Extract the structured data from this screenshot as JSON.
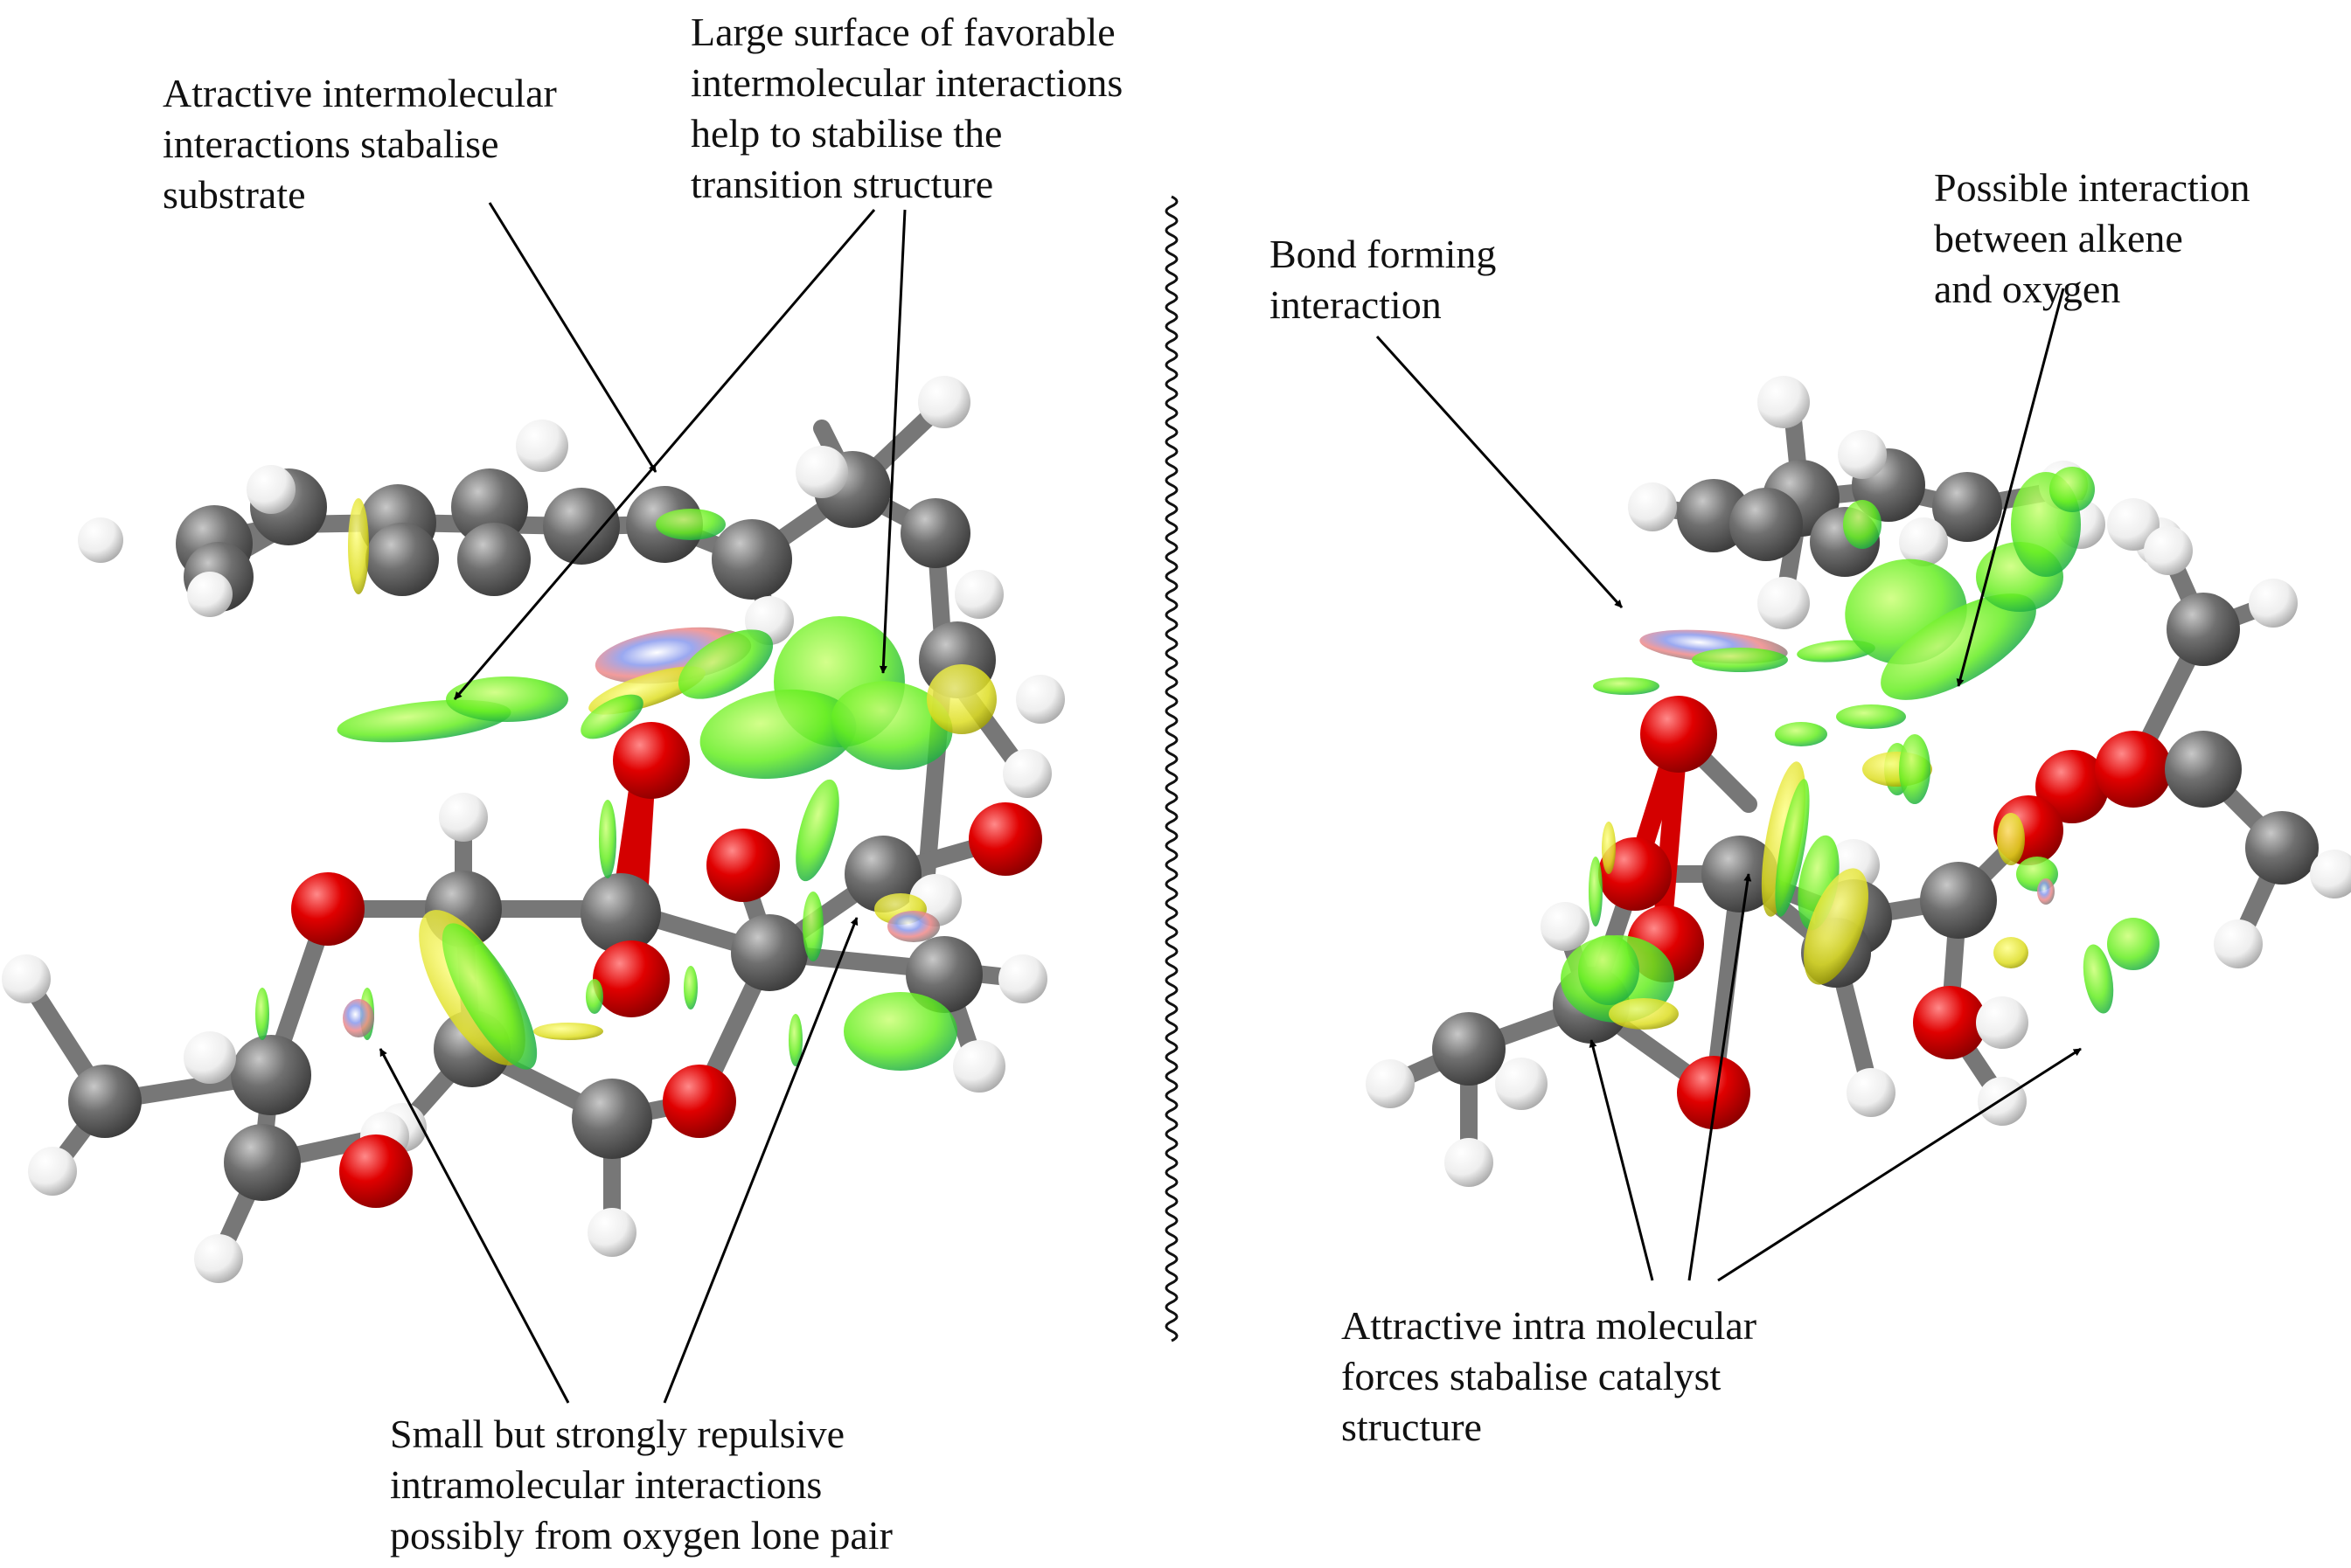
{
  "annotations": {
    "left": {
      "substrate": [
        "Atractive intermolecular",
        "interactions stabalise",
        "substrate"
      ],
      "surface": [
        "Large surface of favorable",
        "intermolecular interactions",
        "help to stabilise the",
        "transition structure"
      ],
      "repulsive": [
        "Small but strongly repulsive",
        "intramolecular interactions",
        "possibly from oxygen lone pair"
      ]
    },
    "right": {
      "bond": [
        "Bond forming",
        "interaction"
      ],
      "alkene": [
        "Possible interaction",
        "between alkene",
        "and oxygen"
      ],
      "catalyst": [
        "Attractive intra molecular",
        "forces stabalise catalyst",
        "structure"
      ]
    }
  },
  "colors": {
    "carbon": "#6b6b6b",
    "oxygen": "#e00000",
    "hydrogen": "#f2f2f2",
    "bond_cc": "#777777",
    "bond_oo": "#d40000",
    "surface_green": "#66ee22",
    "surface_yellow": "#dddd22",
    "surface_repulsive": "#f08a8a",
    "divider": "#111111"
  }
}
